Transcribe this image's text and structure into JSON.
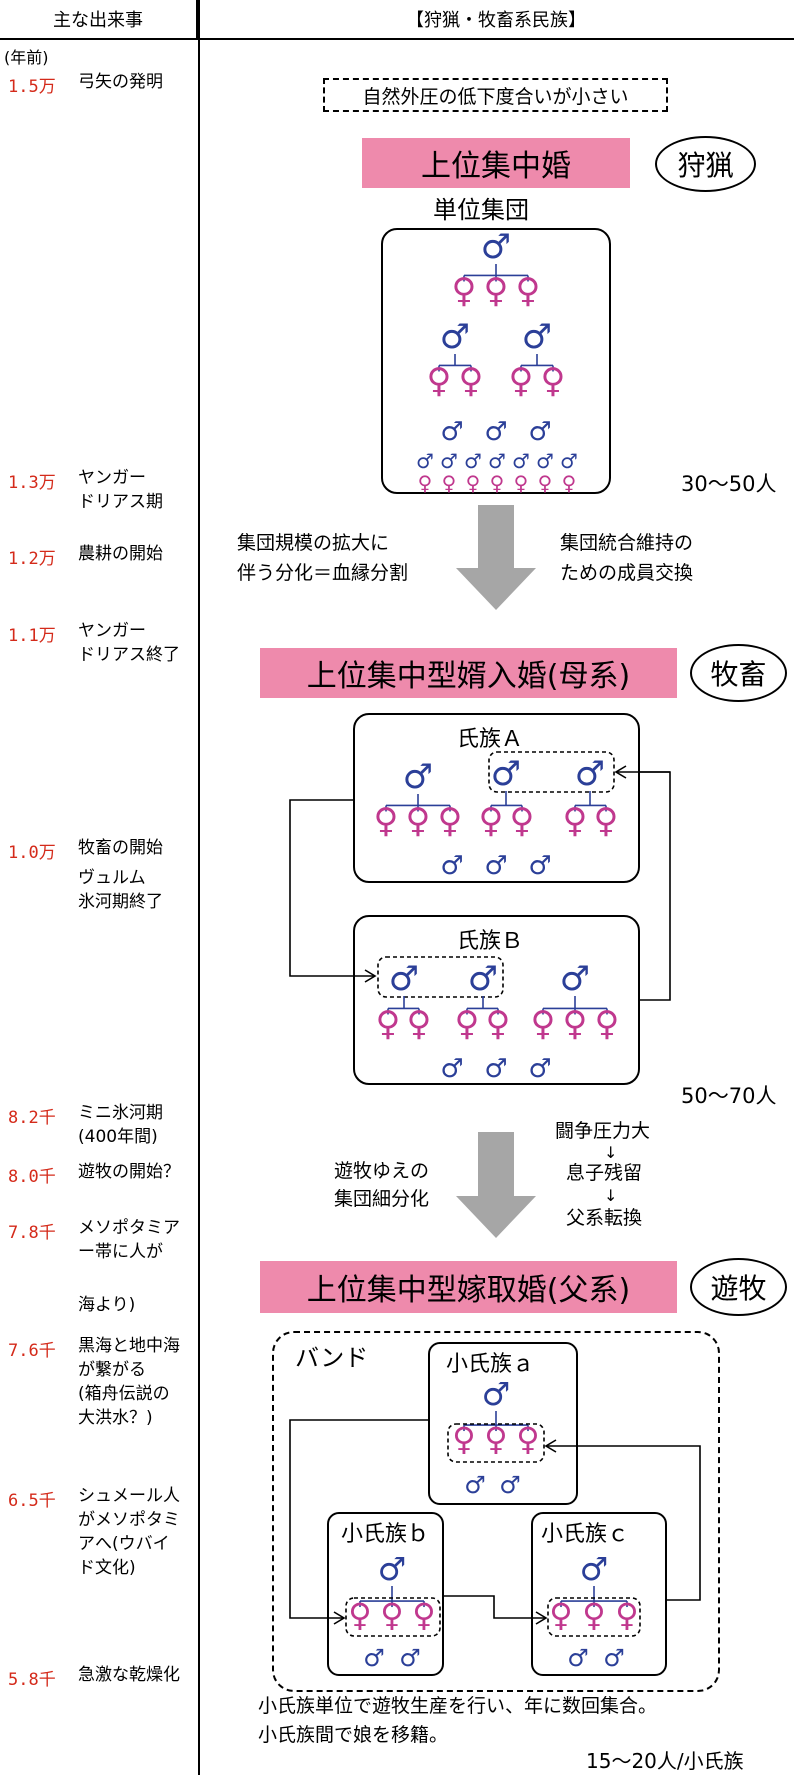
{
  "header": {
    "left": "主な出来事",
    "right": "【狩猟・牧畜系民族】"
  },
  "unit": "(年前)",
  "timeline": [
    {
      "year": "1.5万",
      "lines": [
        "弓矢の発明"
      ]
    },
    {
      "year": "1.3万",
      "lines": [
        "ヤンガー",
        "ドリアス期"
      ]
    },
    {
      "year": "1.2万",
      "lines": [
        "農耕の開始"
      ]
    },
    {
      "year": "1.1万",
      "lines": [
        "ヤンガー",
        "ドリアス終了"
      ]
    },
    {
      "year": "1.0万",
      "lines": [
        "牧畜の開始"
      ]
    },
    {
      "year": "",
      "lines": [
        "ヴュルム",
        "氷河期終了"
      ]
    },
    {
      "year": "8.2千",
      "lines": [
        "ミニ氷河期",
        "(400年間)"
      ]
    },
    {
      "year": "8.0千",
      "lines": [
        "遊牧の開始？"
      ]
    },
    {
      "year": "7.8千",
      "lines": [
        "メソポタミア",
        "ー帯に人が"
      ]
    },
    {
      "year": "",
      "lines": [
        "海より)"
      ]
    },
    {
      "year": "7.6千",
      "lines": [
        "黒海と地中海",
        "が繋がる",
        "(箱舟伝説の",
        "大洪水？)"
      ]
    },
    {
      "year": "6.5千",
      "lines": [
        "シュメール人",
        "がメソポタミ",
        "アへ(ウバイ",
        "ド文化)"
      ]
    },
    {
      "year": "5.8千",
      "lines": [
        "急激な乾燥化"
      ]
    }
  ],
  "section1": {
    "note": "自然外圧の低下度合いが小さい",
    "title": "上位集中婚",
    "tag": "狩猟",
    "unit_label": "単位集団",
    "count": "30～50人"
  },
  "arrow1": {
    "left": [
      "集団規模の拡大に",
      "伴う分化＝血縁分割"
    ],
    "right": [
      "集団統合維持の",
      "ための成員交換"
    ]
  },
  "section2": {
    "title": "上位集中型婿入婚(母系)",
    "tag": "牧畜",
    "clan_a": "氏族Ａ",
    "clan_b": "氏族Ｂ",
    "count": "50～70人"
  },
  "arrow2": {
    "left": [
      "遊牧ゆえの",
      "集団細分化"
    ],
    "right": [
      "闘争圧力大",
      "↓",
      "息子残留",
      "↓",
      "父系転換"
    ]
  },
  "section3": {
    "title": "上位集中型嫁取婚(父系)",
    "tag": "遊牧",
    "band": "バンド",
    "clan_a": "小氏族ａ",
    "clan_b": "小氏族ｂ",
    "clan_c": "小氏族ｃ",
    "footer": [
      "小氏族単位で遊牧生産を行い、年に数回集合。",
      "小氏族間で娘を移籍。"
    ],
    "count": "15～20人/小氏族"
  },
  "colors": {
    "male": "#2b3f98",
    "female": "#c0388e",
    "title_bg": "#ee8aac",
    "year": "#d42a1a",
    "arrow": "#a6a6a6"
  },
  "symbols": {
    "male": "♂",
    "female": "♀"
  }
}
